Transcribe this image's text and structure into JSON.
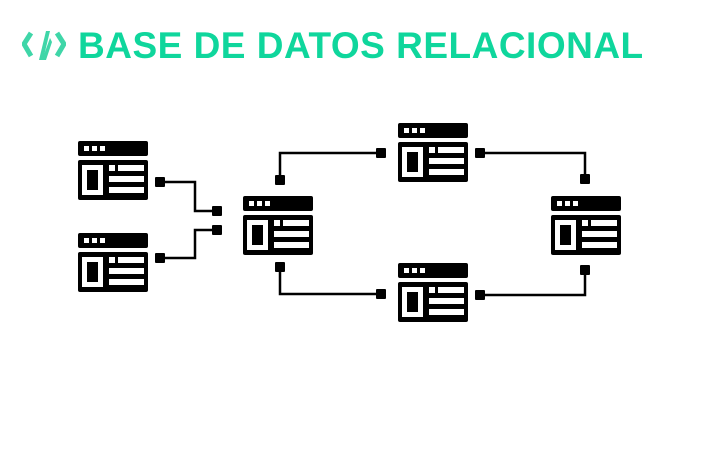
{
  "title": "BASE DE DATOS RELACIONAL",
  "logo_icon": "code-brackets-icon",
  "colors": {
    "accent": "#0fd69c",
    "logo": "#3fd6a8",
    "diagram": "#000000"
  },
  "tables": [
    {
      "id": "table-left-top"
    },
    {
      "id": "table-left-bottom"
    },
    {
      "id": "table-center"
    },
    {
      "id": "table-top"
    },
    {
      "id": "table-right"
    },
    {
      "id": "table-bottom"
    }
  ]
}
